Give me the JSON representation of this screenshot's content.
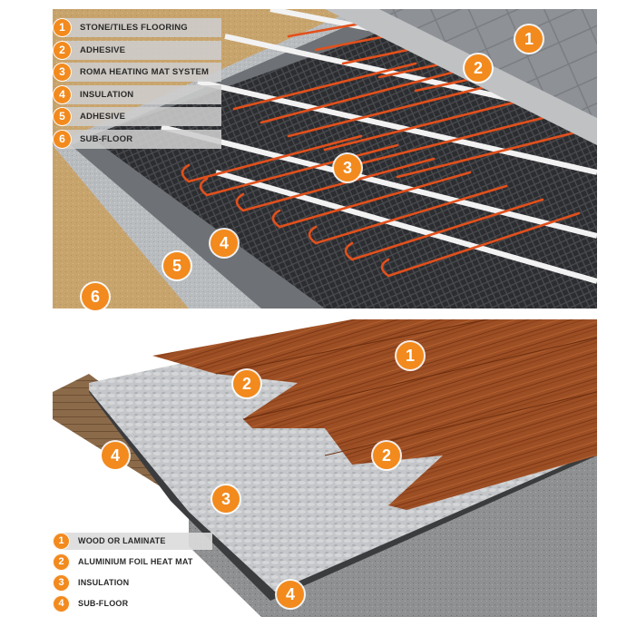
{
  "top_diagram": {
    "legend": [
      {
        "number": "1",
        "label": "STONE/TILES FLOORING"
      },
      {
        "number": "2",
        "label": "ADHESIVE"
      },
      {
        "number": "3",
        "label": "ROMA HEATING MAT SYSTEM"
      },
      {
        "number": "4",
        "label": "INSULATION"
      },
      {
        "number": "5",
        "label": "ADHESIVE"
      },
      {
        "number": "6",
        "label": "SUB-FLOOR"
      }
    ],
    "callouts": [
      "1",
      "2",
      "3",
      "4",
      "5",
      "6"
    ],
    "colors": {
      "tiles": "#8d9094",
      "mesh": "#2f3033",
      "cable": "#e2501c",
      "insulation": "#6f7276",
      "subfloor": "#c9a46c",
      "accent": "#f28a1e"
    }
  },
  "bottom_diagram": {
    "legend": [
      {
        "number": "1",
        "label": "WOOD OR LAMINATE"
      },
      {
        "number": "2",
        "label": "ALUMINIUM FOIL HEAT MAT"
      },
      {
        "number": "3",
        "label": "INSULATION"
      },
      {
        "number": "4",
        "label": "SUB-FLOOR"
      }
    ],
    "callouts": [
      "1",
      "2",
      "2",
      "3",
      "4",
      "4"
    ],
    "colors": {
      "wood": "#9a4c22",
      "foil": "#c3c5c8",
      "insulation": "#3b3c3e",
      "concrete": "#8e8f91",
      "accent": "#f28a1e"
    }
  }
}
